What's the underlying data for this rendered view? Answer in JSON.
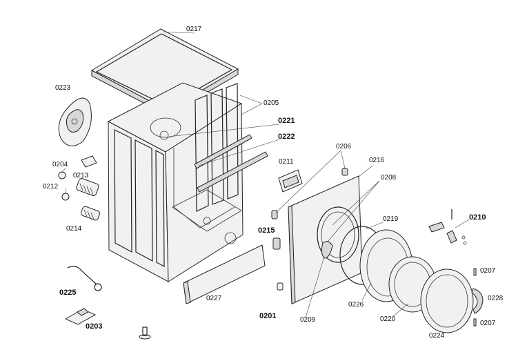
{
  "callouts": {
    "c0217": "0217",
    "c0223": "0223",
    "c0205": "0205",
    "c0221": "0221",
    "c0222": "0222",
    "c0206": "0206",
    "c0216": "0216",
    "c0208": "0208",
    "c0211": "0211",
    "c0204": "0204",
    "c0213": "0213",
    "c0212": "0212",
    "c0214": "0214",
    "c0215": "0215",
    "c0219": "0219",
    "c0210": "0210",
    "c0225": "0225",
    "c0227": "0227",
    "c0201": "0201",
    "c0209": "0209",
    "c0226": "0226",
    "c0220": "0220",
    "c0207a": "0207",
    "c0228": "0228",
    "c0207b": "0207",
    "c0203": "0203",
    "c0224": "0224"
  }
}
